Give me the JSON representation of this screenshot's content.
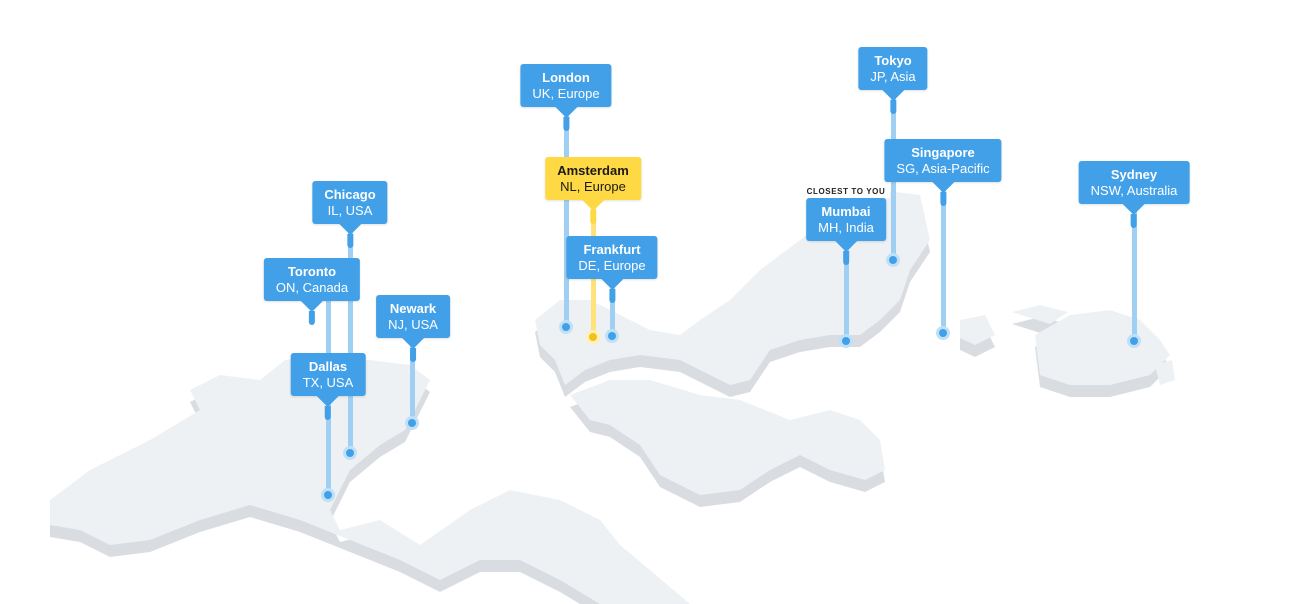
{
  "map": {
    "badge_text": "CLOSEST TO YOU",
    "colors": {
      "land_top": "#eef1f4",
      "land_side": "#dadee3",
      "pin": "#42a0e8",
      "pin_highlight": "#ffd943"
    },
    "locations": [
      {
        "id": "london",
        "city": "London",
        "region": "UK, Europe",
        "highlight": false
      },
      {
        "id": "amsterdam",
        "city": "Amsterdam",
        "region": "NL, Europe",
        "highlight": true
      },
      {
        "id": "frankfurt",
        "city": "Frankfurt",
        "region": "DE, Europe",
        "highlight": false
      },
      {
        "id": "chicago",
        "city": "Chicago",
        "region": "IL, USA",
        "highlight": false
      },
      {
        "id": "toronto",
        "city": "Toronto",
        "region": "ON, Canada",
        "highlight": false
      },
      {
        "id": "newark",
        "city": "Newark",
        "region": "NJ, USA",
        "highlight": false
      },
      {
        "id": "dallas",
        "city": "Dallas",
        "region": "TX, USA",
        "highlight": false
      },
      {
        "id": "tokyo",
        "city": "Tokyo",
        "region": "JP, Asia",
        "highlight": false
      },
      {
        "id": "singapore",
        "city": "Singapore",
        "region": "SG, Asia-Pacific",
        "highlight": false
      },
      {
        "id": "mumbai",
        "city": "Mumbai",
        "region": "MH, India",
        "highlight": false,
        "closest": true
      },
      {
        "id": "sydney",
        "city": "Sydney",
        "region": "NSW, Australia",
        "highlight": false
      }
    ]
  }
}
